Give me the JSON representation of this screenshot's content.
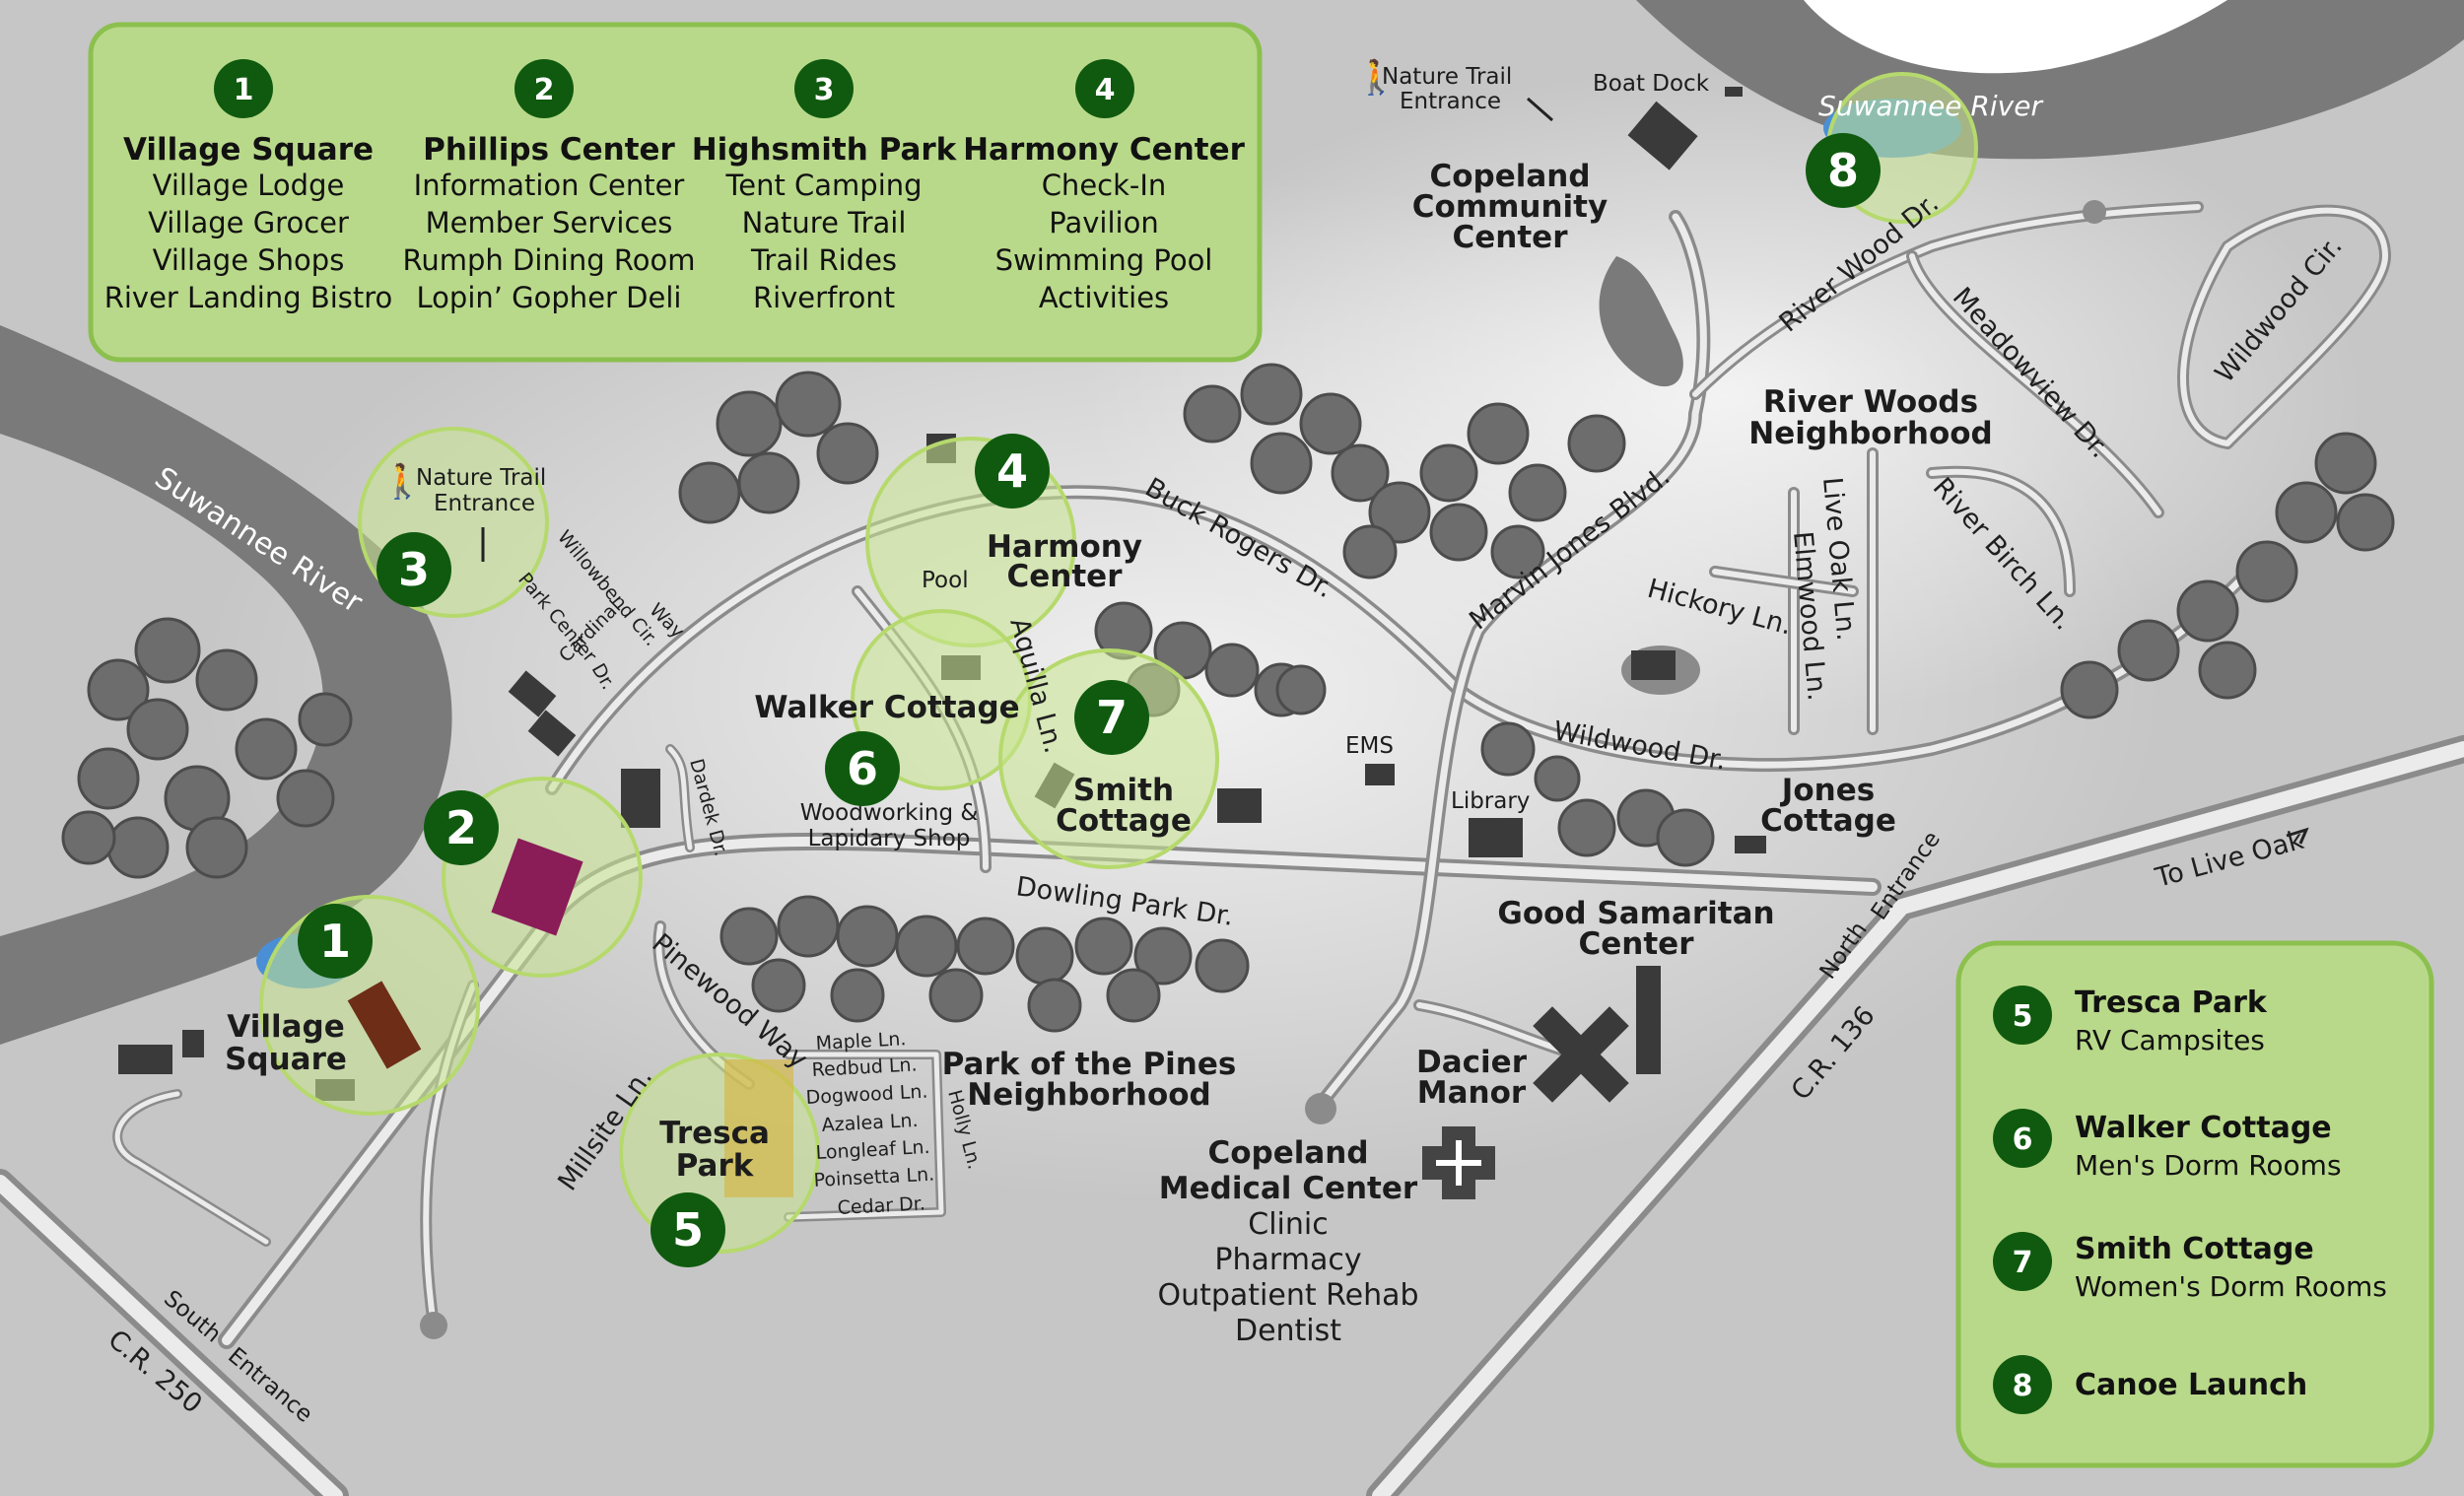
{
  "legend_top": [
    {
      "number": "1",
      "title": "Village Square",
      "items": [
        "Village Lodge",
        "Village Grocer",
        "Village Shops",
        "River Landing Bistro"
      ]
    },
    {
      "number": "2",
      "title": "Phillips Center",
      "items": [
        "Information Center",
        "Member Services",
        "Rumph Dining Room",
        "Lopin’ Gopher Deli"
      ]
    },
    {
      "number": "3",
      "title": "Highsmith Park",
      "items": [
        "Tent Camping",
        "Nature Trail",
        "Trail Rides",
        "Riverfront"
      ]
    },
    {
      "number": "4",
      "title": "Harmony Center",
      "items": [
        "Check-In",
        "Pavilion",
        "Swimming Pool",
        "Activities"
      ]
    }
  ],
  "legend_bottom": [
    {
      "number": "5",
      "title": "Tresca Park",
      "subtitle": "RV Campsites"
    },
    {
      "number": "6",
      "title": "Walker Cottage",
      "subtitle": "Men's Dorm Rooms"
    },
    {
      "number": "7",
      "title": "Smith Cottage",
      "subtitle": "Women's Dorm Rooms"
    },
    {
      "number": "8",
      "title": "Canoe Launch",
      "subtitle": ""
    }
  ],
  "markers": {
    "m1": "1",
    "m2": "2",
    "m3": "3",
    "m4": "4",
    "m5": "5",
    "m6": "6",
    "m7": "7",
    "m8": "8"
  },
  "places": {
    "village_square_1": "Village",
    "village_square_2": "Square",
    "tresca_1": "Tresca",
    "tresca_2": "Park",
    "harmony_1": "Harmony",
    "harmony_2": "Center",
    "walker": "Walker Cottage",
    "smith_1": "Smith",
    "smith_2": "Cottage",
    "copeland_cc_1": "Copeland",
    "copeland_cc_2": "Community",
    "copeland_cc_3": "Center",
    "river_woods_1": "River Woods",
    "river_woods_2": "Neighborhood",
    "jones_1": "Jones",
    "jones_2": "Cottage",
    "good_sam_1": "Good Samaritan",
    "good_sam_2": "Center",
    "dacier_1": "Dacier",
    "dacier_2": "Manor",
    "pines_1": "Park of the Pines",
    "pines_2": "Neighborhood",
    "medical_1": "Copeland",
    "medical_2": "Medical Center",
    "medical_services": [
      "Clinic",
      "Pharmacy",
      "Outpatient Rehab",
      "Dentist"
    ],
    "pool": "Pool",
    "ems": "EMS",
    "library": "Library",
    "woodworking_1": "Woodworking &",
    "woodworking_2": "Lapidary Shop",
    "boat_dock": "Boat Dock",
    "nature_trail_left_1": "Nature Trail",
    "nature_trail_left_2": "Entrance",
    "nature_trail_top_1": "Nature Trail",
    "nature_trail_top_2": "Entrance",
    "north_entrance_1": "North",
    "north_entrance_2": "Entrance",
    "south_entrance_1": "South",
    "south_entrance_2": "Entrance",
    "to_live_oak": "To Live Oak"
  },
  "water": {
    "river_left": "Suwannee River",
    "river_top": "Suwannee River"
  },
  "roads": {
    "cr250": "C.R. 250",
    "cr136": "C.R. 136",
    "dowling": "Dowling Park Dr.",
    "buck_rogers": "Buck Rogers Dr.",
    "marvin_jones": "Marvin Jones Blvd.",
    "wildwood_dr": "Wildwood Dr.",
    "river_wood": "River Wood Dr.",
    "meadowview": "Meadowview Dr.",
    "wildwood_cir": "Wildwood Cir.",
    "live_oak": "Live Oak Ln.",
    "elmwood": "Elmwood Ln.",
    "hickory": "Hickory Ln.",
    "river_birch": "River Birch Ln.",
    "aquilla": "Aquilla Ln.",
    "pinewood": "Pinewood Way",
    "millsite": "Millsite Ln.",
    "dardek": "Dardek Dr.",
    "maple": "Maple Ln.",
    "redbud": "Redbud Ln.",
    "dogwood": "Dogwood Ln.",
    "azalea": "Azalea Ln.",
    "longleaf": "Longleaf Ln.",
    "poinsetta": "Poinsetta Ln.",
    "cedar": "Cedar Dr.",
    "holly": "Holly Ln.",
    "willowbend": "Willowbend Cir.",
    "way": "Way",
    "park_center": "Park Center",
    "cardinal": "Cardinal",
    "dr": "Dr."
  },
  "colors": {
    "legend_fill": "#b9d98a",
    "badge": "#0f5a0f",
    "zone": "#c9e58f",
    "water": "#7a7a7a",
    "river_blue": "#4a8fd6"
  }
}
